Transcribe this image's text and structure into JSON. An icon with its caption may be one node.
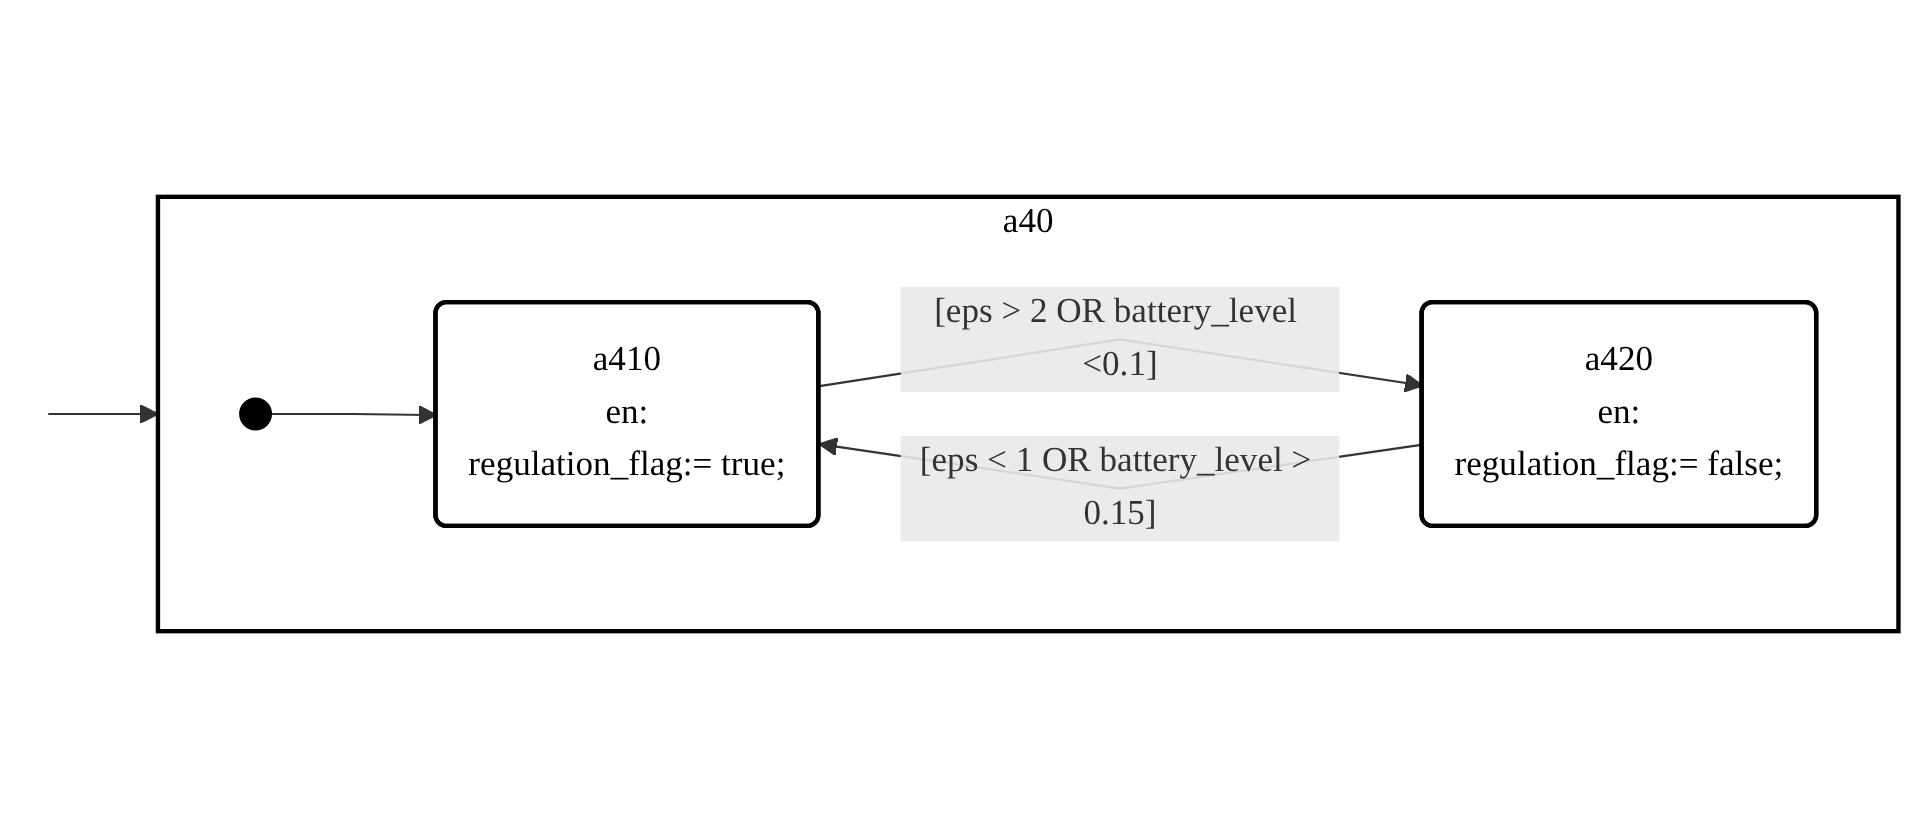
{
  "diagram": {
    "nodes": [
      {
        "text": [
          "a40"
        ]
      },
      {
        "text": [],
        "shape": "circle",
        "in": 0
      },
      {
        "text": [
          "a410",
          "en:",
          "regulation_flag:= true;"
        ],
        "in": 0
      },
      {
        "text": [
          "a420",
          "en:",
          "regulation_flag:= false;"
        ],
        "in": 0
      }
    ],
    "edges": [
      {
        "from": null,
        "to": 0,
        "arrow": "to"
      },
      {
        "from": 1,
        "to": 2,
        "arrow": "to"
      },
      {
        "from": 2,
        "to": 3,
        "arrow": "to",
        "label": "[eps > 2 OR battery_level <0.1]"
      },
      {
        "from": 3,
        "to": 2,
        "arrow": "to",
        "label": "[eps < 1 OR battery_level > 0.15]"
      }
    ]
  }
}
